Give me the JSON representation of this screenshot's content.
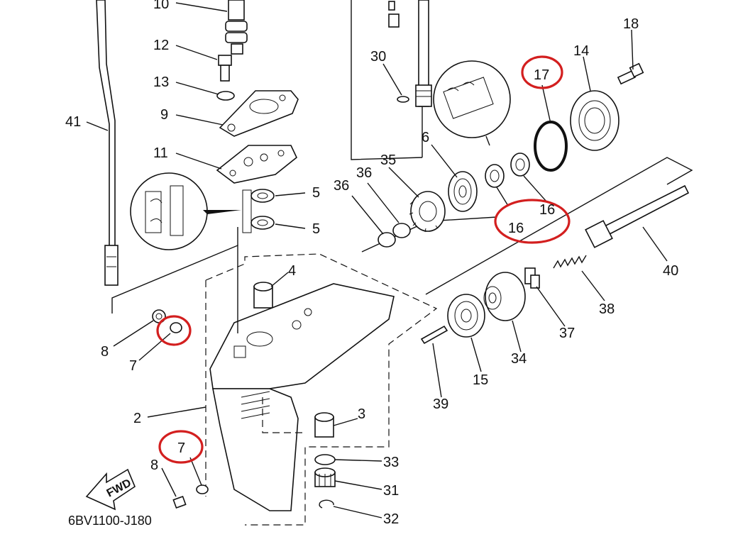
{
  "diagram": {
    "code": "6BV1100-J180",
    "fwd_label": "FWD",
    "labels": [
      "10",
      "12",
      "13",
      "9",
      "11",
      "41",
      "5",
      "5",
      "4",
      "8",
      "7",
      "2",
      "7",
      "8",
      "30",
      "6",
      "35",
      "36",
      "36",
      "18",
      "14",
      "17",
      "16",
      "16",
      "40",
      "38",
      "37",
      "34",
      "15",
      "39",
      "3",
      "33",
      "31",
      "32"
    ],
    "highlight_color": "#d31f1f"
  }
}
